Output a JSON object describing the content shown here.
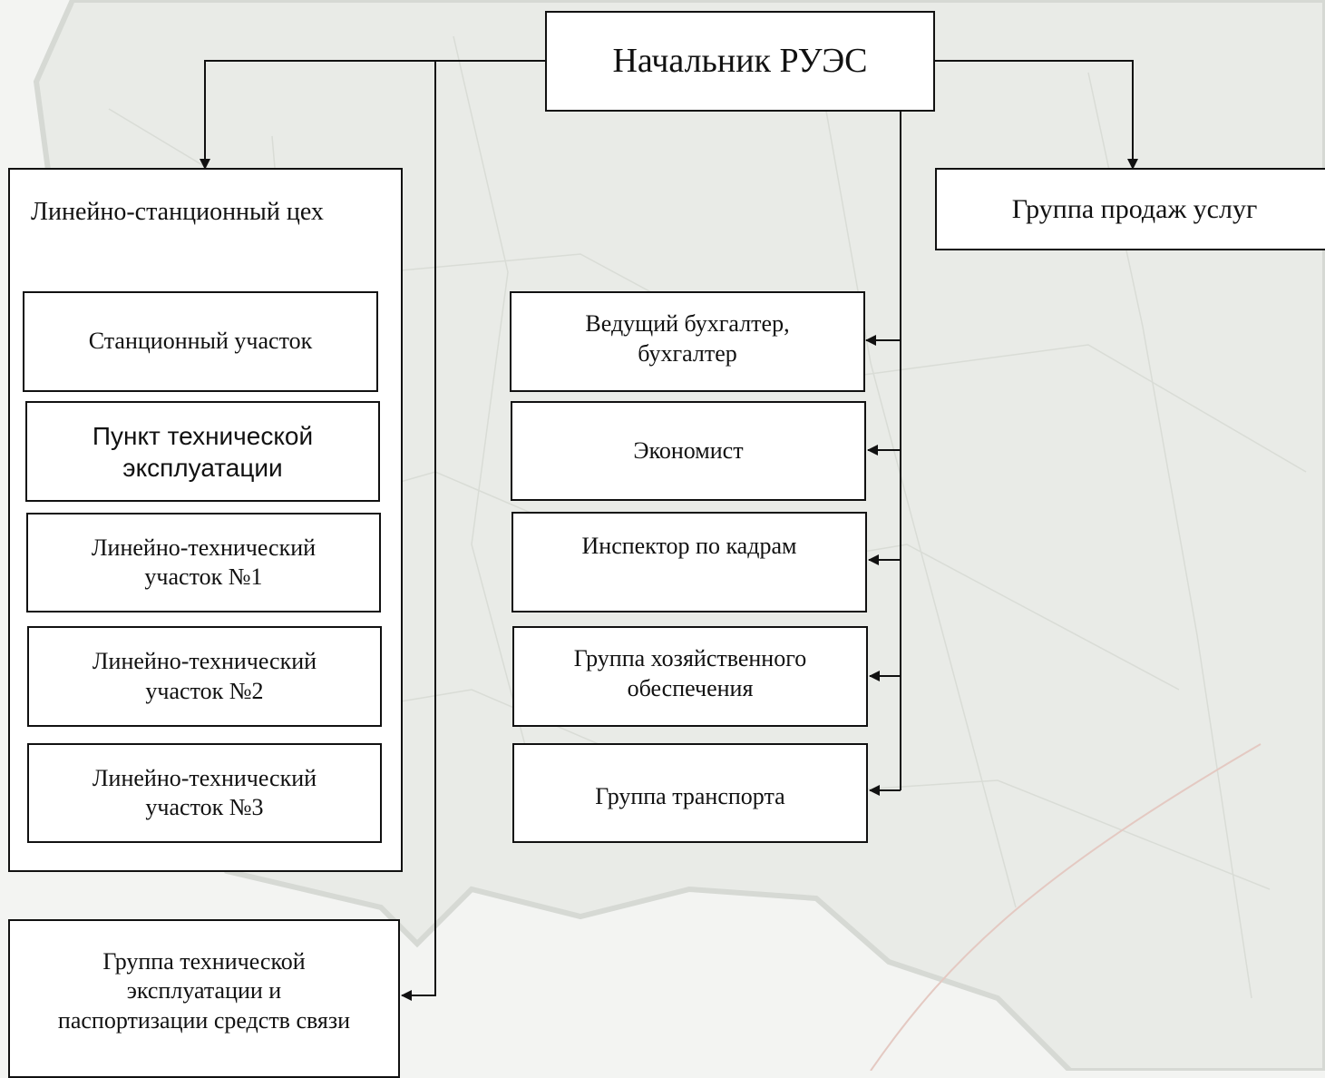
{
  "head": {
    "label": "Начальник РУЭС"
  },
  "sales": {
    "label": "Группа продаж услуг"
  },
  "line_station": {
    "title": "Линейно-станционный цех",
    "units": [
      {
        "label": "Станционный участок"
      },
      {
        "label": "Пункт технической\nэксплуатации"
      },
      {
        "label": "Линейно-технический\nучасток №1"
      },
      {
        "label": "Линейно-технический\nучасток №2"
      },
      {
        "label": "Линейно-технический\nучасток №3"
      }
    ]
  },
  "tech_group": {
    "label": "Группа технической\nэксплуатации и\nпаспортизации средств связи"
  },
  "staff": [
    {
      "label": "Ведущий бухгалтер,\nбухгалтер"
    },
    {
      "label": "Экономист"
    },
    {
      "label": "Инспектор по кадрам"
    },
    {
      "label": "Группа хозяйственного\nобеспечения"
    },
    {
      "label": "Группа транспорта"
    }
  ],
  "colors": {
    "line": "#111111",
    "box_fill": "#ffffff",
    "map_tint": "#e7e9e6"
  }
}
